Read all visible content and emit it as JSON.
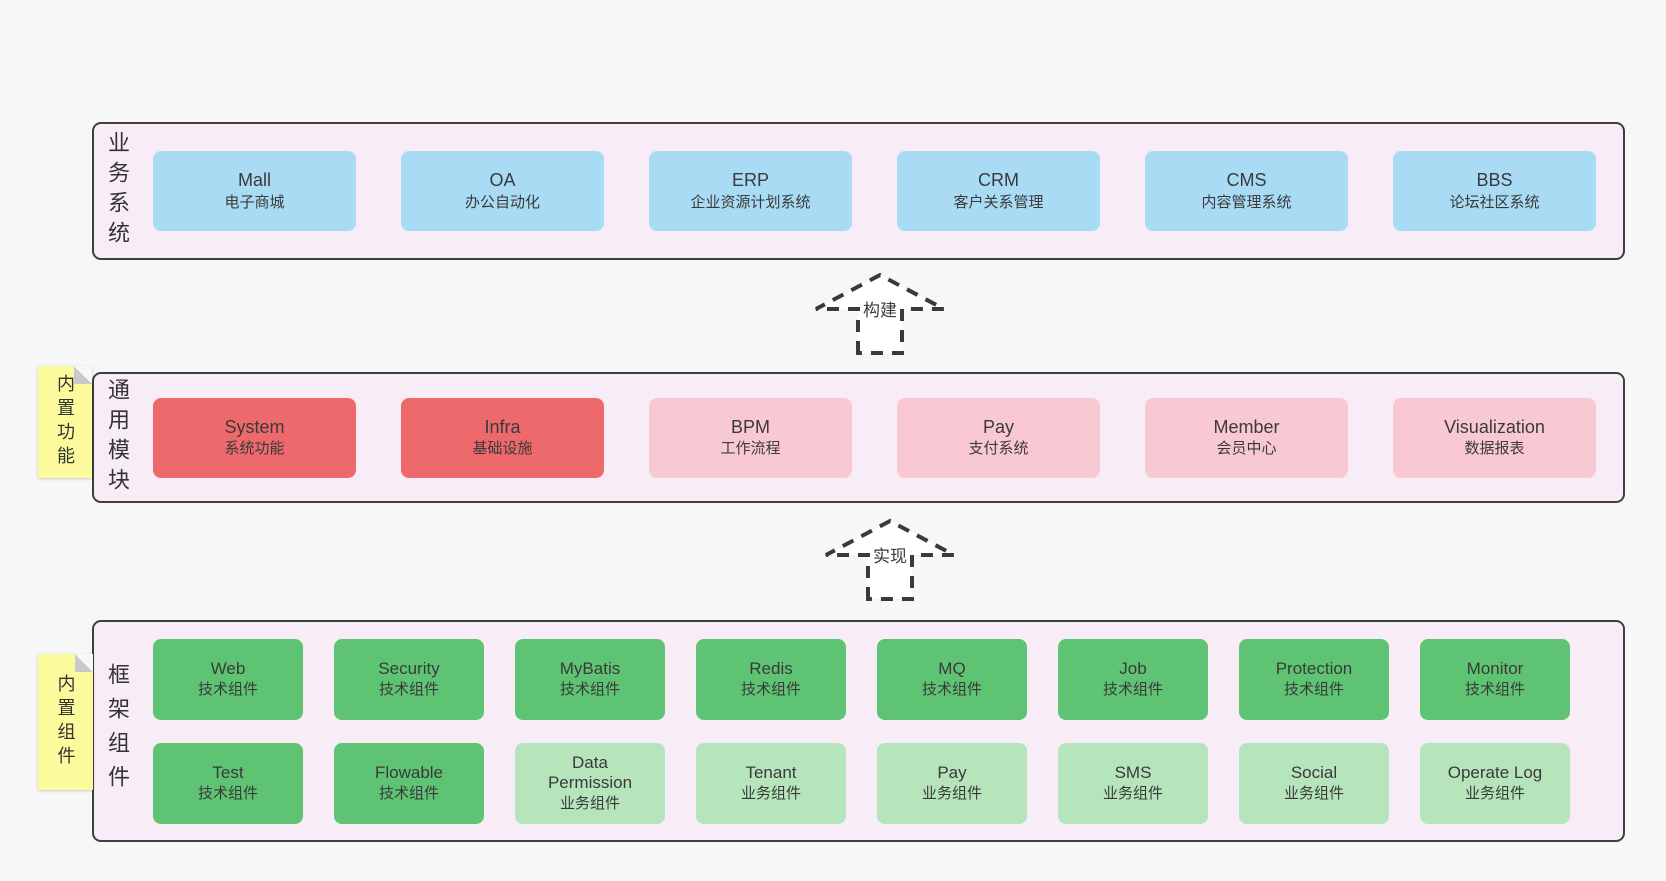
{
  "colors": {
    "page_bg": "#f7f7f7",
    "band_bg": "#f8edf6",
    "band_border": "#3f3f3f",
    "blue_box": "#a9dbf5",
    "red_box": "#ee696c",
    "pink_box": "#f9c9d3",
    "green_box": "#5fc374",
    "light_green_box": "#b6e5bc",
    "note_bg": "#fbfb9e",
    "text": "#3a3a3a"
  },
  "bands": {
    "business": {
      "label": "业务系统",
      "items": [
        {
          "name": "Mall",
          "desc": "电子商城"
        },
        {
          "name": "OA",
          "desc": "办公自动化"
        },
        {
          "name": "ERP",
          "desc": "企业资源计划系统"
        },
        {
          "name": "CRM",
          "desc": "客户关系管理"
        },
        {
          "name": "CMS",
          "desc": "内容管理系统"
        },
        {
          "name": "BBS",
          "desc": "论坛社区系统"
        }
      ]
    },
    "modules": {
      "label": "通用模块",
      "items": [
        {
          "name": "System",
          "desc": "系统功能"
        },
        {
          "name": "Infra",
          "desc": "基础设施"
        },
        {
          "name": "BPM",
          "desc": "工作流程"
        },
        {
          "name": "Pay",
          "desc": "支付系统"
        },
        {
          "name": "Member",
          "desc": "会员中心"
        },
        {
          "name": "Visualization",
          "desc": "数据报表"
        }
      ]
    },
    "components": {
      "label": "框架组件",
      "row1": [
        {
          "name": "Web",
          "desc": "技术组件"
        },
        {
          "name": "Security",
          "desc": "技术组件"
        },
        {
          "name": "MyBatis",
          "desc": "技术组件"
        },
        {
          "name": "Redis",
          "desc": "技术组件"
        },
        {
          "name": "MQ",
          "desc": "技术组件"
        },
        {
          "name": "Job",
          "desc": "技术组件"
        },
        {
          "name": "Protection",
          "desc": "技术组件"
        },
        {
          "name": "Monitor",
          "desc": "技术组件"
        }
      ],
      "row2": [
        {
          "name": "Test",
          "desc": "技术组件"
        },
        {
          "name": "Flowable",
          "desc": "技术组件"
        },
        {
          "name": "Data Permission",
          "desc": "业务组件"
        },
        {
          "name": "Tenant",
          "desc": "业务组件"
        },
        {
          "name": "Pay",
          "desc": "业务组件"
        },
        {
          "name": "SMS",
          "desc": "业务组件"
        },
        {
          "name": "Social",
          "desc": "业务组件"
        },
        {
          "name": "Operate Log",
          "desc": "业务组件"
        }
      ]
    }
  },
  "arrows": {
    "build": {
      "label": "构建"
    },
    "implement": {
      "label": "实现"
    }
  },
  "notes": {
    "builtin_features": {
      "label": "内置功能"
    },
    "builtin_components": {
      "label": "内置组件"
    }
  }
}
